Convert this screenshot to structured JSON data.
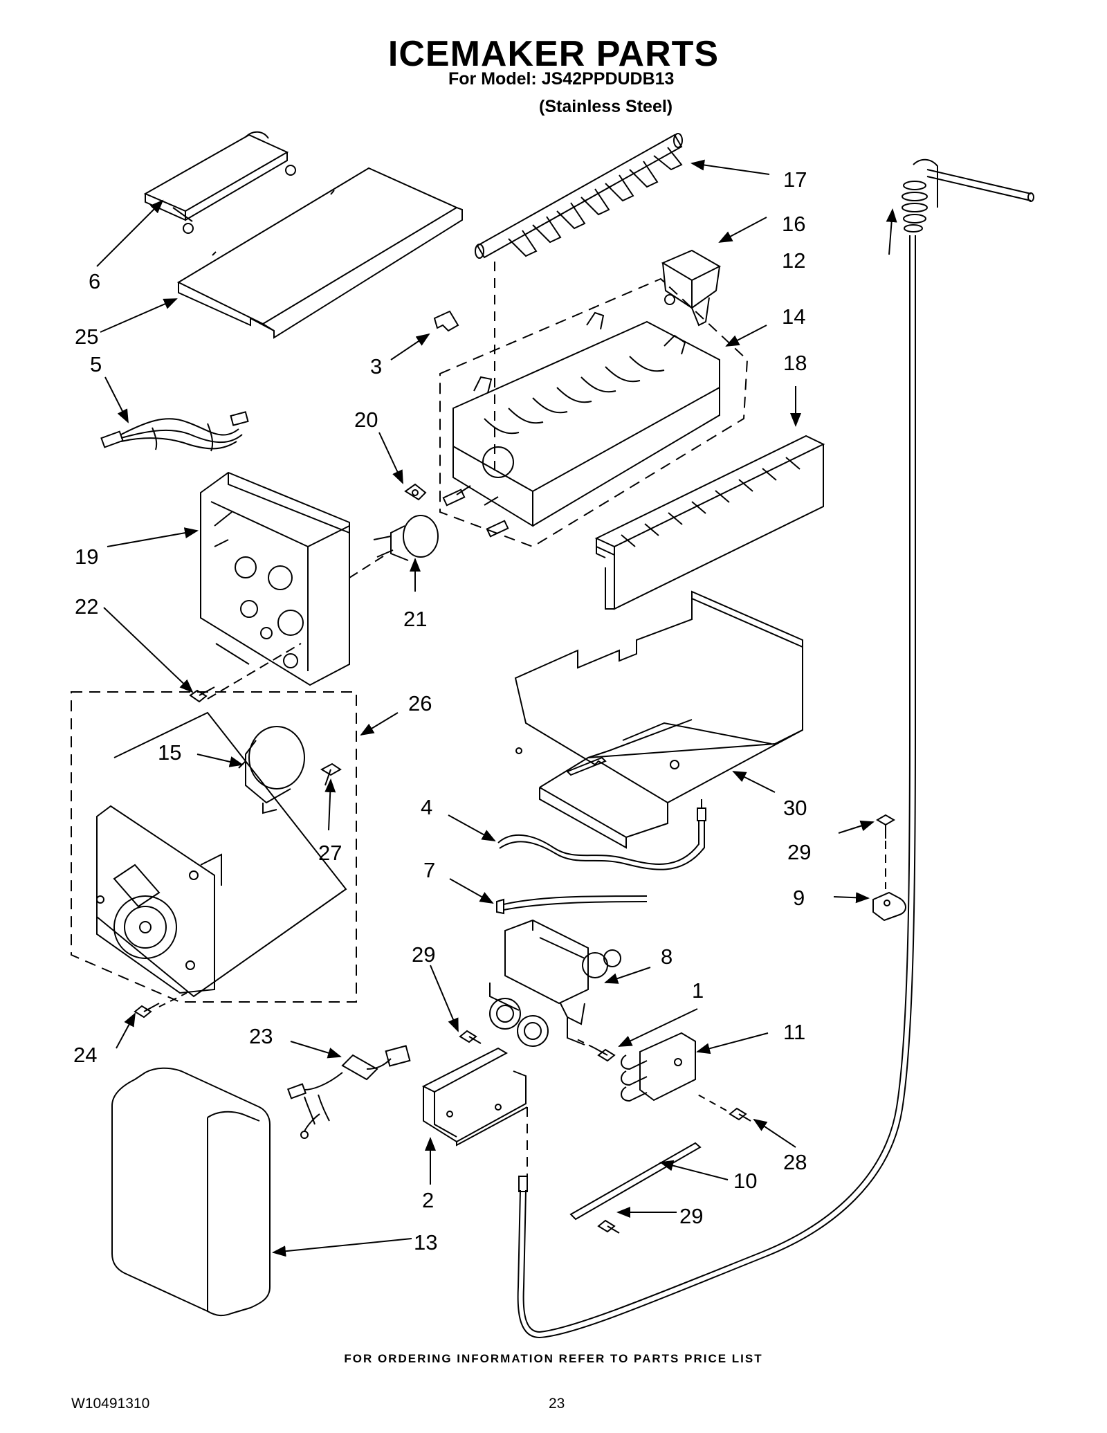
{
  "header": {
    "title": "ICEMAKER PARTS",
    "model": "For Model: JS42PPDUDB13",
    "finish": "(Stainless Steel)"
  },
  "callouts": [
    "1",
    "2",
    "3",
    "4",
    "5",
    "6",
    "7",
    "8",
    "9",
    "10",
    "11",
    "12",
    "13",
    "14",
    "15",
    "16",
    "17",
    "18",
    "19",
    "20",
    "21",
    "22",
    "23",
    "24",
    "25",
    "26",
    "27",
    "28",
    "29",
    "29",
    "29",
    "30"
  ],
  "footer": {
    "ordering_note": "FOR ORDERING INFORMATION REFER TO PARTS PRICE LIST",
    "document_number": "W10491310",
    "page_number": "23"
  }
}
